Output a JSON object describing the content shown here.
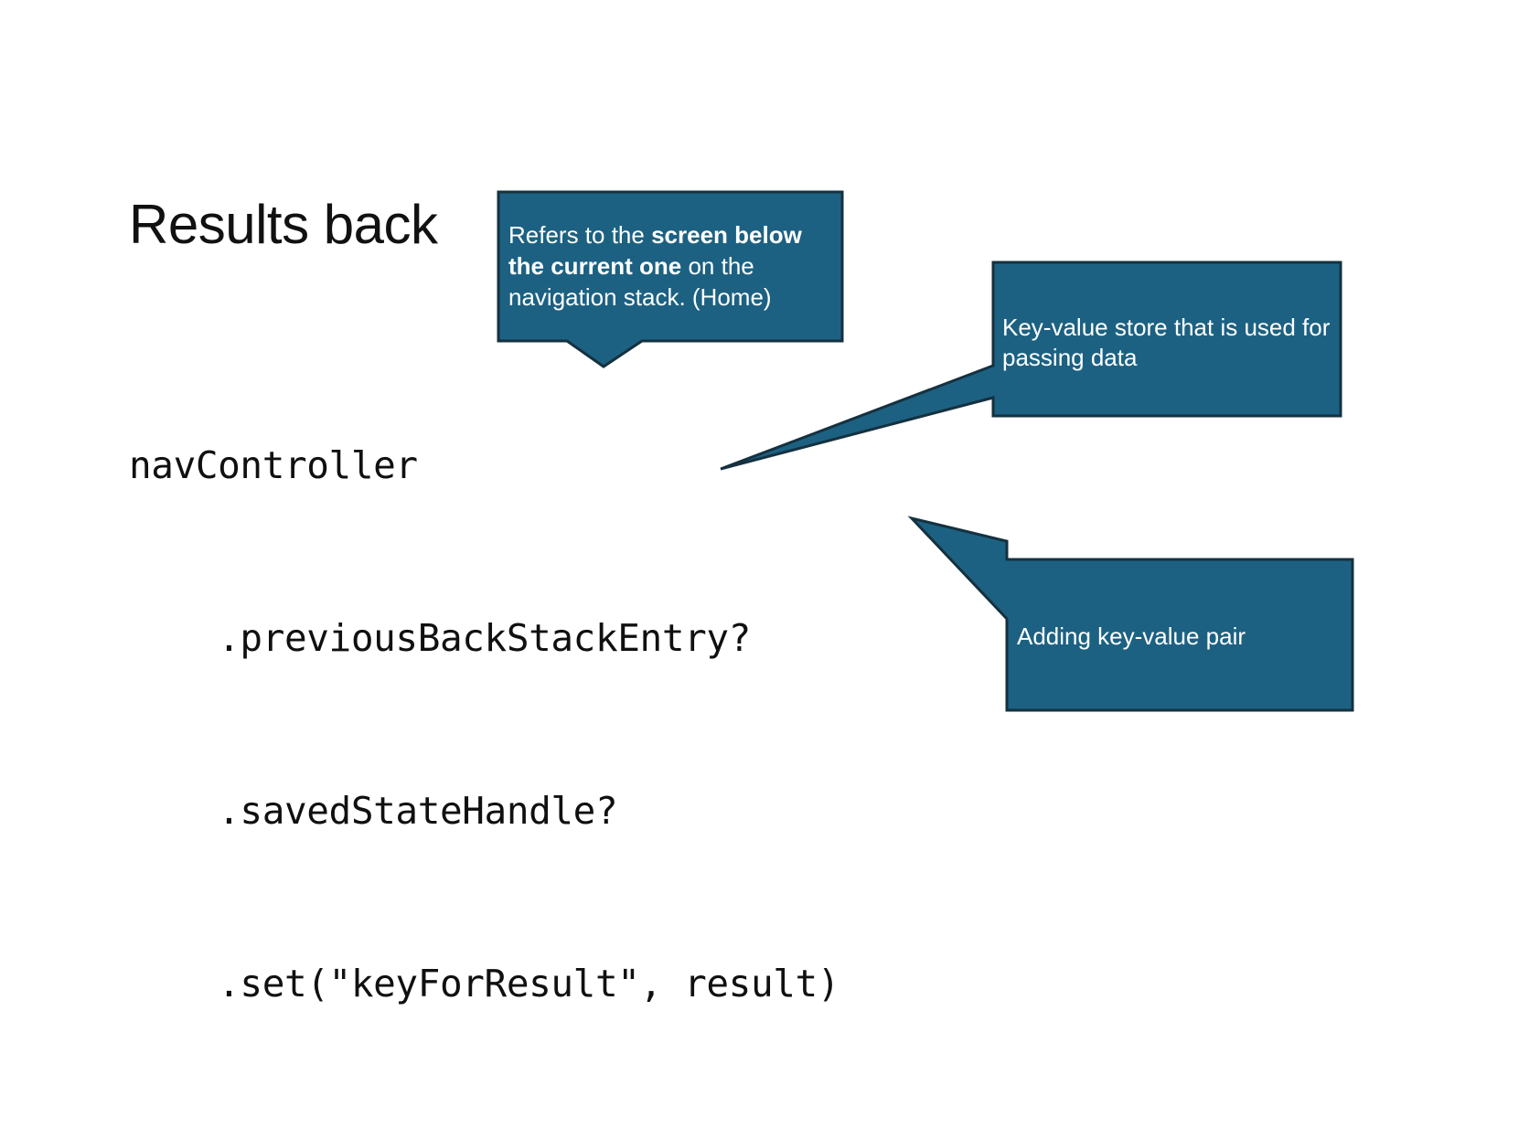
{
  "slide": {
    "title": "Results back",
    "background_color": "#ffffff",
    "accent_color": "#1c6182",
    "outline_color": "#15313f",
    "text_color": "#111111"
  },
  "code": {
    "language": "kotlin",
    "lines": [
      "navController",
      "    .previousBackStackEntry?",
      "    .savedStateHandle?",
      "    .set(\"keyForResult\", result)"
    ]
  },
  "callouts": [
    {
      "id": "navigation-stack-callout",
      "text_lead": "Refers to the ",
      "text_bold": "screen below the current one",
      "text_tail": " on the navigation stack. (Home)",
      "full_text": "Refers to the screen below the current one on the navigation stack. (Home)",
      "pointer_direction": "down",
      "fill": "#1c6182"
    },
    {
      "id": "key-value-store-callout",
      "full_text": "Key-value store that is used for passing data",
      "pointer_direction": "left",
      "fill": "#1c6182"
    },
    {
      "id": "adding-key-value-pair-callout",
      "full_text": "Adding key-value pair",
      "pointer_direction": "up-left",
      "fill": "#1c6182"
    }
  ]
}
